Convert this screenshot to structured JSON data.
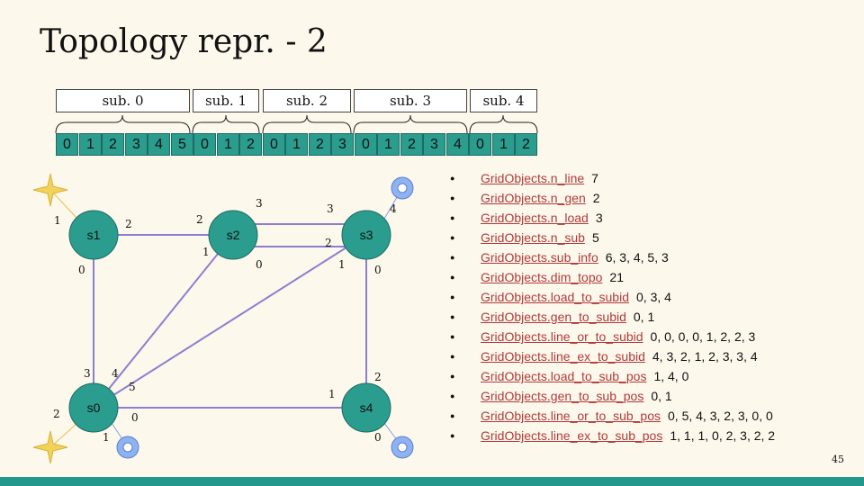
{
  "title": "Topology repr. - 2",
  "substations": [
    {
      "label": "sub. 0",
      "cells": [
        "0",
        "1",
        "2",
        "3",
        "4",
        "5"
      ]
    },
    {
      "label": "sub. 1",
      "cells": [
        "0",
        "1",
        "2"
      ]
    },
    {
      "label": "sub. 2",
      "cells": [
        "0",
        "1",
        "2",
        "3"
      ]
    },
    {
      "label": "sub. 3",
      "cells": [
        "0",
        "1",
        "2",
        "3",
        "4"
      ]
    },
    {
      "label": "sub. 4",
      "cells": [
        "0",
        "1",
        "2"
      ]
    }
  ],
  "nodes": {
    "s0": "s0",
    "s1": "s1",
    "s2": "s2",
    "s3": "s3",
    "s4": "s4"
  },
  "ports": {
    "s1_gen": "1",
    "s1_right": "2",
    "s1_bottom": "0",
    "s2_left": "2",
    "s2_top": "3",
    "s2_lowleft": "1",
    "s2_lowright": "0",
    "s3_top": "3",
    "s3_load": "4",
    "s3_mid": "2",
    "s3_diag": "1",
    "s3_bottom": "0",
    "s0_up": "3",
    "s0_diag1": "4",
    "s0_diag2": "5",
    "s0_gen": "2",
    "s0_right": "0",
    "s0_load": "1",
    "s4_up": "2",
    "s4_left": "1",
    "s4_load": "0"
  },
  "attributes": [
    {
      "name": "GridObjects.n_line",
      "value": "7"
    },
    {
      "name": "GridObjects.n_gen",
      "value": "2"
    },
    {
      "name": "GridObjects.n_load",
      "value": "3"
    },
    {
      "name": "GridObjects.n_sub",
      "value": "5"
    },
    {
      "name": "GridObjects.sub_info",
      "value": "6, 3, 4, 5, 3"
    },
    {
      "name": "GridObjects.dim_topo",
      "value": "21"
    },
    {
      "name": "GridObjects.load_to_subid",
      "value": "0, 3, 4"
    },
    {
      "name": "GridObjects.gen_to_subid",
      "value": "0, 1"
    },
    {
      "name": "GridObjects.line_or_to_subid",
      "value": "0, 0, 0, 0, 1, 2, 2, 3"
    },
    {
      "name": "GridObjects.line_ex_to_subid",
      "value": "4, 3, 2, 1, 2, 3, 3, 4"
    },
    {
      "name": "GridObjects.load_to_sub_pos",
      "value": "1, 4, 0"
    },
    {
      "name": "GridObjects.gen_to_sub_pos",
      "value": "0, 1"
    },
    {
      "name": "GridObjects.line_or_to_sub_pos",
      "value": "0, 5, 4, 3, 2, 3, 0, 0"
    },
    {
      "name": "GridObjects.line_ex_to_sub_pos",
      "value": "1, 1, 1, 0, 2, 3, 2, 2"
    }
  ],
  "page_number": "45",
  "colors": {
    "node": "#2a9d8f",
    "line": "#8b7fd1",
    "attr_link": "#b03a3a",
    "footer": "#23978c",
    "load": "#7aa0e8",
    "gen": "#f2d25a"
  }
}
